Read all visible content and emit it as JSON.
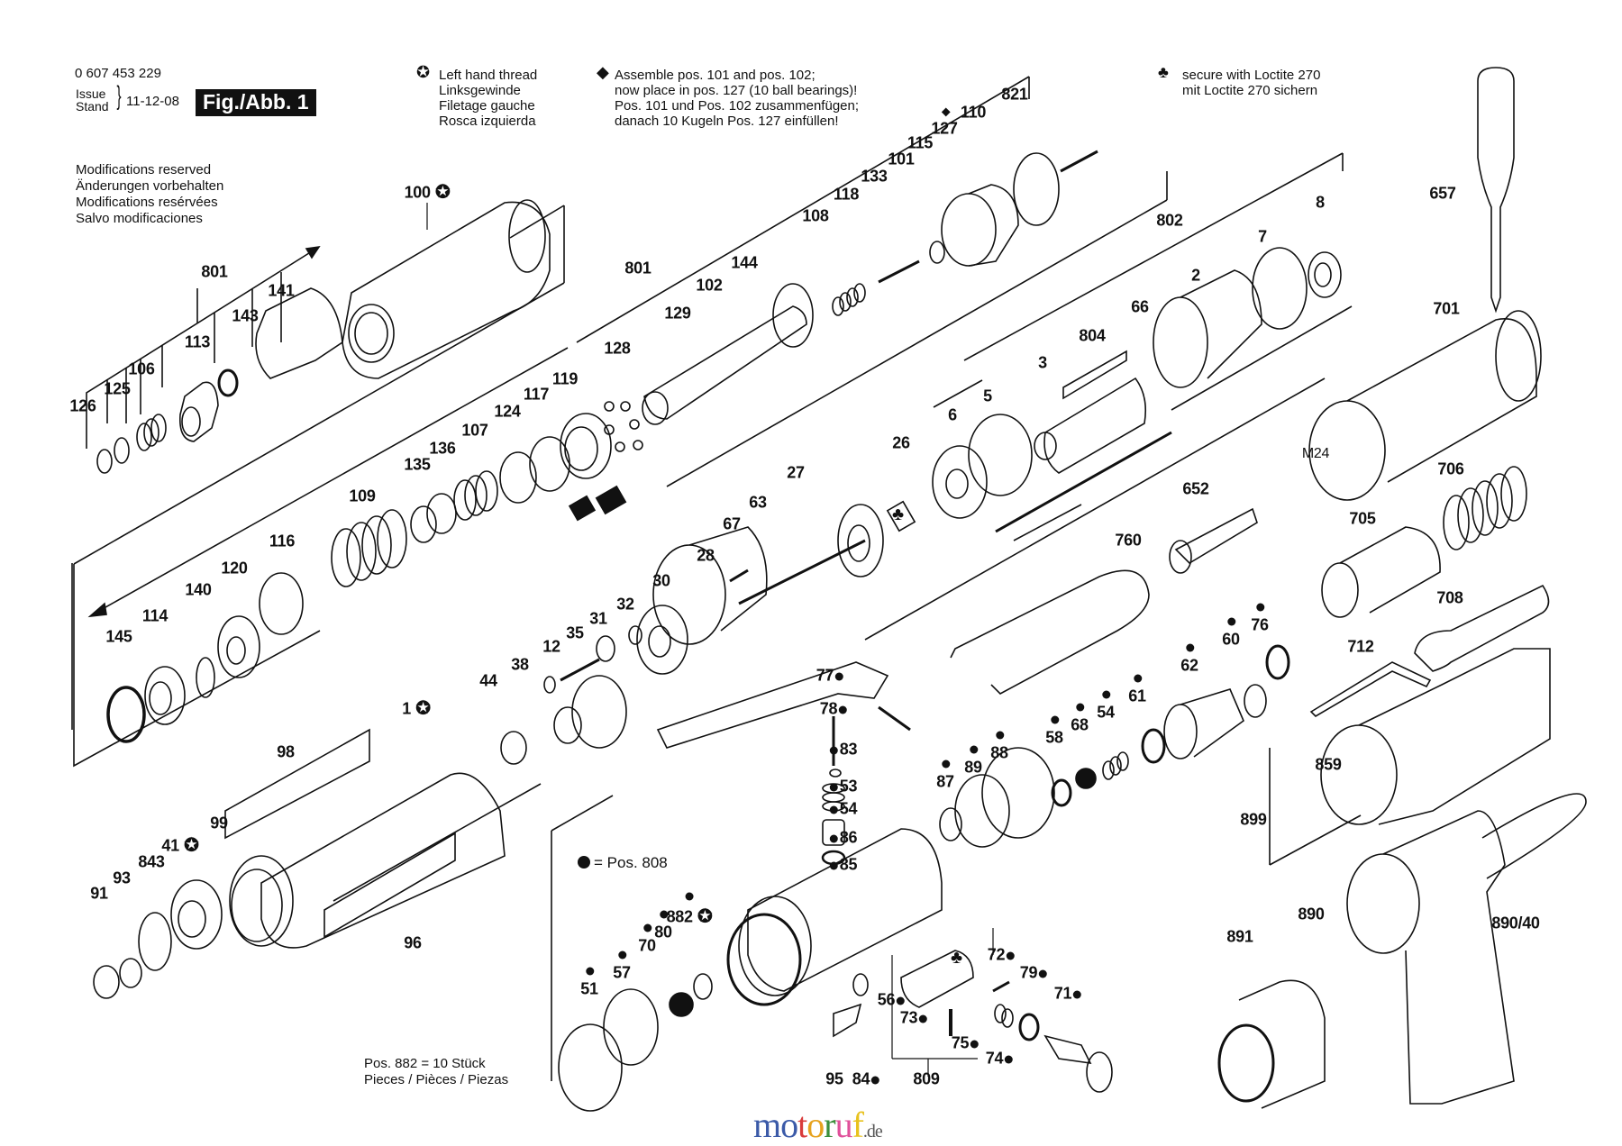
{
  "header": {
    "part_number": "0 607 453 229",
    "issue_label_en": "Issue",
    "issue_label_de": "Stand",
    "issue_date": "11-12-08",
    "figure_label": "Fig./Abb. 1"
  },
  "modifications": [
    "Modifications reserved",
    "Änderungen vorbehalten",
    "Modifications resérvées",
    "Salvo modificaciones"
  ],
  "notes": {
    "left_hand_thread": {
      "icon": "star-in-circle-icon",
      "lines": [
        "Left hand thread",
        "Linksgewinde",
        "Filetage gauche",
        "Rosca izquierda"
      ]
    },
    "assemble": {
      "icon": "diamond-icon",
      "lines": [
        "Assemble pos. 101 and pos. 102;",
        "now place in pos. 127 (10 ball bearings)!",
        "Pos. 101 und Pos. 102 zusammenfügen;",
        "danach 10 Kugeln Pos. 127 einfüllen!"
      ]
    },
    "loctite": {
      "icon": "club-icon",
      "lines": [
        "secure with Loctite 270",
        "mit Loctite 270 sichern"
      ]
    }
  },
  "legend_808": "= Pos. 808",
  "footnote": [
    "Pos. 882 = 10 Stück",
    "Pieces / Pièces / Piezas"
  ],
  "watermark": {
    "letters": [
      "m",
      "o",
      "t",
      "o",
      "r",
      "u",
      "f"
    ],
    "colors": [
      "#3b5aa8",
      "#3b5aa8",
      "#d93b3b",
      "#e6a21e",
      "#3b8f3b",
      "#e0509a",
      "#e8c21e"
    ],
    "suffix": ".de"
  },
  "labels": [
    {
      "id": "100",
      "marks": "star"
    },
    {
      "id": "801"
    },
    {
      "id": "141"
    },
    {
      "id": "143"
    },
    {
      "id": "113"
    },
    {
      "id": "106"
    },
    {
      "id": "125"
    },
    {
      "id": "126"
    },
    {
      "id": "128"
    },
    {
      "id": "129"
    },
    {
      "id": "102"
    },
    {
      "id": "144"
    },
    {
      "id": "108"
    },
    {
      "id": "118"
    },
    {
      "id": "133"
    },
    {
      "id": "101"
    },
    {
      "id": "115"
    },
    {
      "id": "127",
      "marks": "diamond"
    },
    {
      "id": "110"
    },
    {
      "id": "821"
    },
    {
      "id": "801b",
      "text": "801"
    },
    {
      "id": "119"
    },
    {
      "id": "117"
    },
    {
      "id": "124"
    },
    {
      "id": "107"
    },
    {
      "id": "136"
    },
    {
      "id": "135"
    },
    {
      "id": "109"
    },
    {
      "id": "116"
    },
    {
      "id": "120"
    },
    {
      "id": "140"
    },
    {
      "id": "114"
    },
    {
      "id": "145"
    },
    {
      "id": "802"
    },
    {
      "id": "7"
    },
    {
      "id": "8"
    },
    {
      "id": "2"
    },
    {
      "id": "66"
    },
    {
      "id": "804"
    },
    {
      "id": "3"
    },
    {
      "id": "5"
    },
    {
      "id": "6"
    },
    {
      "id": "26"
    },
    {
      "id": "27"
    },
    {
      "id": "63"
    },
    {
      "id": "67"
    },
    {
      "id": "28"
    },
    {
      "id": "30"
    },
    {
      "id": "32"
    },
    {
      "id": "31"
    },
    {
      "id": "35"
    },
    {
      "id": "12"
    },
    {
      "id": "38"
    },
    {
      "id": "44"
    },
    {
      "id": "652"
    },
    {
      "id": "760"
    },
    {
      "id": "657"
    },
    {
      "id": "701"
    },
    {
      "id": "M24"
    },
    {
      "id": "706"
    },
    {
      "id": "705"
    },
    {
      "id": "708"
    },
    {
      "id": "712"
    },
    {
      "id": "1",
      "marks": "star"
    },
    {
      "id": "98"
    },
    {
      "id": "99"
    },
    {
      "id": "41",
      "marks": "star"
    },
    {
      "id": "843"
    },
    {
      "id": "93"
    },
    {
      "id": "91"
    },
    {
      "id": "96"
    },
    {
      "id": "77"
    },
    {
      "id": "78"
    },
    {
      "id": "83"
    },
    {
      "id": "53"
    },
    {
      "id": "54a",
      "text": "54"
    },
    {
      "id": "86"
    },
    {
      "id": "85"
    },
    {
      "id": "87"
    },
    {
      "id": "89"
    },
    {
      "id": "88"
    },
    {
      "id": "58"
    },
    {
      "id": "68"
    },
    {
      "id": "54b",
      "text": "54"
    },
    {
      "id": "61"
    },
    {
      "id": "62"
    },
    {
      "id": "60"
    },
    {
      "id": "76"
    },
    {
      "id": "882",
      "marks": "star"
    },
    {
      "id": "80"
    },
    {
      "id": "70"
    },
    {
      "id": "57"
    },
    {
      "id": "51"
    },
    {
      "id": "95"
    },
    {
      "id": "84"
    },
    {
      "id": "809"
    },
    {
      "id": "56"
    },
    {
      "id": "73"
    },
    {
      "id": "75"
    },
    {
      "id": "74"
    },
    {
      "id": "72"
    },
    {
      "id": "79"
    },
    {
      "id": "71"
    },
    {
      "id": "859"
    },
    {
      "id": "899"
    },
    {
      "id": "890"
    },
    {
      "id": "890/40"
    },
    {
      "id": "891"
    }
  ]
}
